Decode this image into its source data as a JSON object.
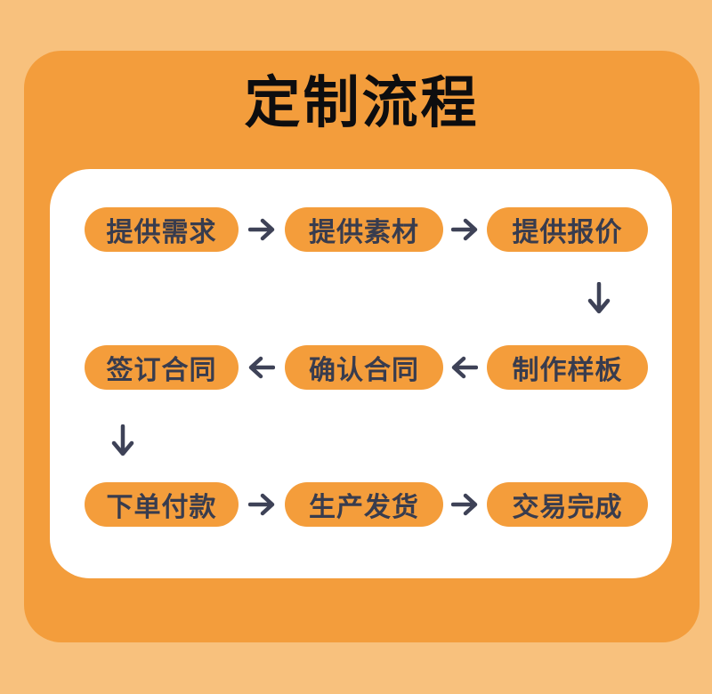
{
  "title": "定制流程",
  "colors": {
    "outer_background": "#F8C17D",
    "panel_orange": "#F39D3C",
    "pill_orange": "#F49D3B",
    "board_white": "#FFFFFF",
    "pill_text": "#383C4E",
    "arrow": "#3E4257",
    "title_text": "#0D0D0F"
  },
  "flow": {
    "rows": [
      {
        "direction": "right",
        "steps": [
          "提供需求",
          "提供素材",
          "提供报价"
        ]
      },
      {
        "direction": "left",
        "steps": [
          "签订合同",
          "确认合同",
          "制作样板"
        ]
      },
      {
        "direction": "right",
        "steps": [
          "下单付款",
          "生产发货",
          "交易完成"
        ]
      }
    ],
    "connectors": [
      "提供需求→提供素材",
      "提供素材→提供报价",
      "提供报价↓制作样板",
      "制作样板→确认合同",
      "确认合同→签订合同",
      "签订合同↓下单付款",
      "下单付款→生产发货",
      "生产发货→交易完成"
    ]
  }
}
